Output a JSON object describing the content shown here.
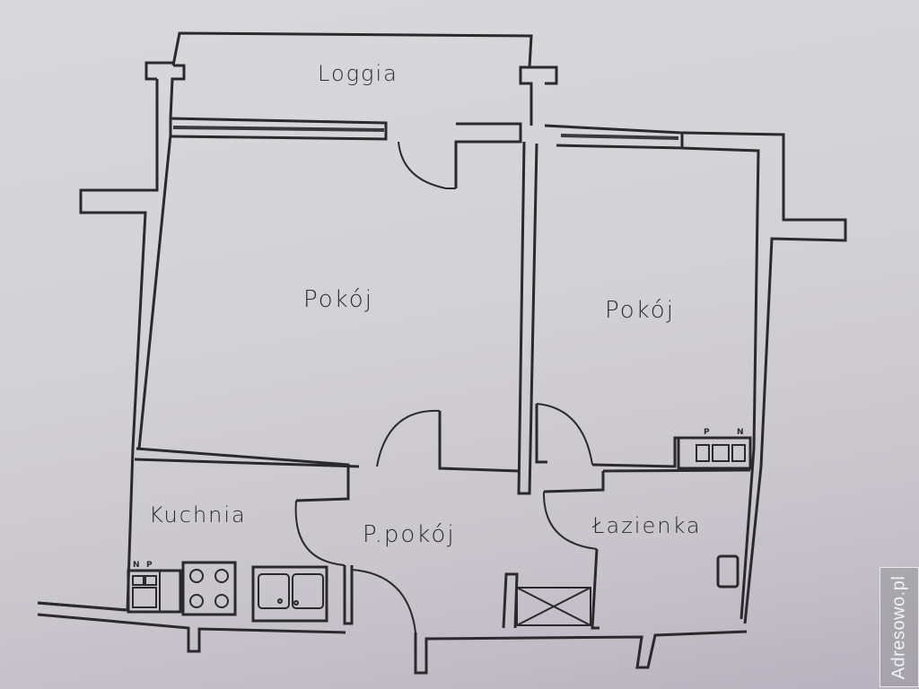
{
  "floor_plan": {
    "rooms": [
      {
        "id": "loggia",
        "label": "Loggia"
      },
      {
        "id": "room_left",
        "label": "Pokój"
      },
      {
        "id": "room_right",
        "label": "Pokój"
      },
      {
        "id": "kitchen",
        "label": "Kuchnia"
      },
      {
        "id": "hallway",
        "label": "P.pokój"
      },
      {
        "id": "bathroom",
        "label": "Łazienka"
      }
    ],
    "fixture_marks": {
      "kitchen_n": "N",
      "kitchen_p": "P",
      "bath_p": "P",
      "bath_n": "N"
    },
    "fixtures": [
      "stove-4-burner",
      "double-sink",
      "kitchen-cabinet",
      "ventilation-shaft",
      "bathroom-sink",
      "installation-shafts"
    ],
    "colors": {
      "line": "#2a2a2c",
      "paper": "#d6d5d8"
    }
  },
  "watermark": {
    "text": "Adresowo.pl"
  }
}
